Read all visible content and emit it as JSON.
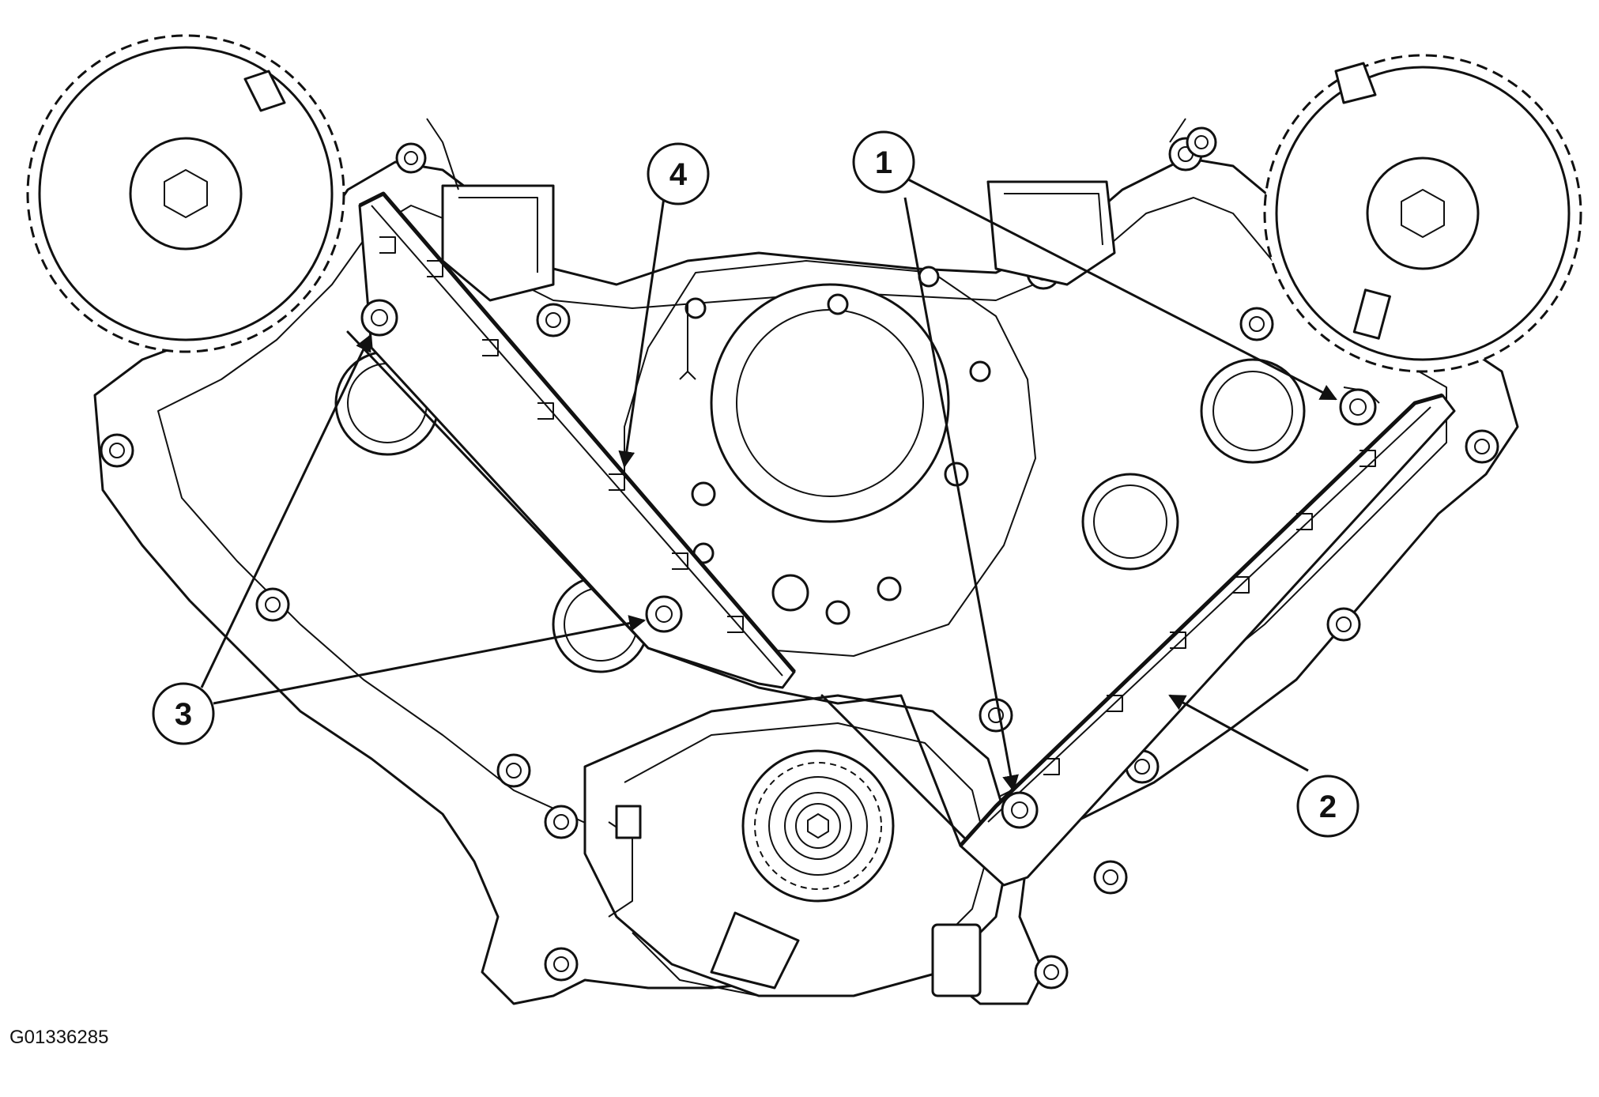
{
  "figure_id": "G01336285",
  "callouts": [
    {
      "label": "1"
    },
    {
      "label": "2"
    },
    {
      "label": "3"
    },
    {
      "label": "4"
    }
  ],
  "colors": {
    "line": "#111111",
    "background": "#ffffff"
  }
}
